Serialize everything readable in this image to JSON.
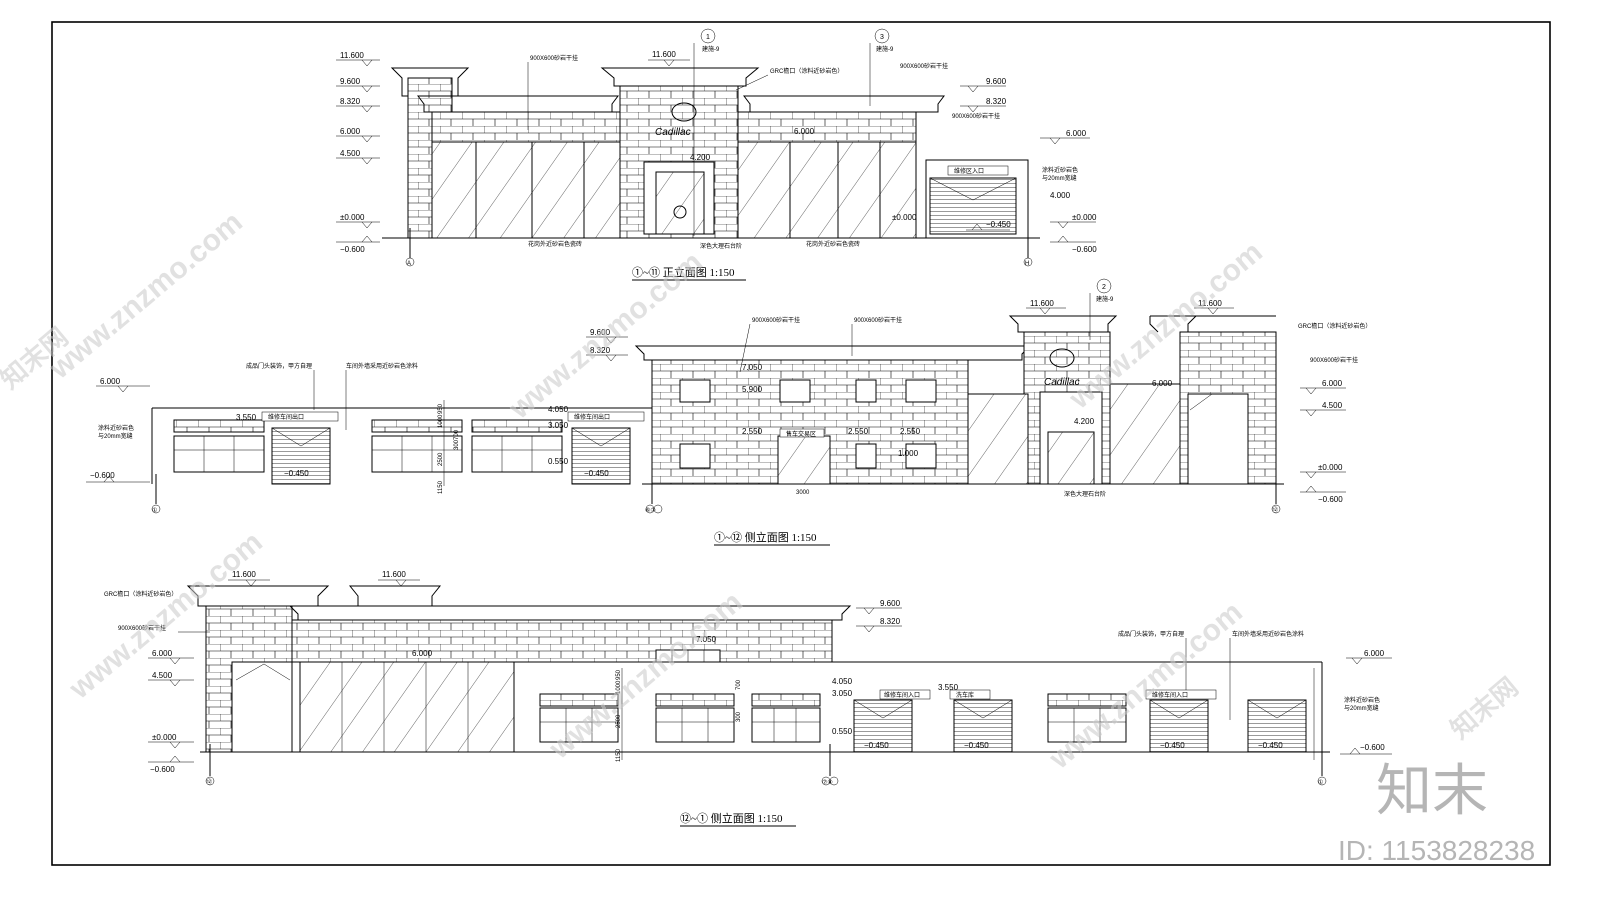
{
  "drawings": {
    "front": {
      "title": "①~⑪ 正立面图 1:150",
      "levels_left": [
        "11.600",
        "9.600",
        "8.320",
        "6.000",
        "4.500",
        "±0.000",
        "−0.600"
      ],
      "levels_right": [
        "9.600",
        "8.320",
        "6.000",
        "4.000",
        "±0.000",
        "−0.600"
      ],
      "level_top_center": "11.600",
      "level_second_floor": "6.000",
      "level_door": "4.200",
      "level_ground_inner": "±0.000",
      "level_ramp": "−0.450",
      "notes": [
        "900X600砂岩干挂",
        "GRC檐口（涂料近砂岩色）",
        "900X600砂岩干挂",
        "900X600砂岩干挂",
        "涂料近砂岩色",
        "与20mm宽缝",
        "花岗外近砂岩色瓷砖",
        "深色大理石台阶",
        "花岗外近砂岩色瓷砖"
      ],
      "tags": [
        "1",
        "3"
      ],
      "tag_sub": "建施-9",
      "sign": "维修区入口",
      "brand": "Cadillac",
      "axis_left": "A",
      "axis_right": "H"
    },
    "side1": {
      "title": "①~⑫ 侧立面图 1:150",
      "levels_left": [
        "6.000",
        "−0.600"
      ],
      "levels_mid": [
        "9.600",
        "8.320"
      ],
      "levels_right": [
        "6.000",
        "4.500",
        "±0.000",
        "−0.600"
      ],
      "level_top": "11.600",
      "level_top2": "11.600",
      "inner_levels": [
        "3.550",
        "4.050",
        "3.050",
        "0.550",
        "7.050",
        "5.900",
        "2.550",
        "2.550",
        "2.550",
        "1.000",
        "6.000",
        "4.200"
      ],
      "ramp_levels": [
        "−0.450",
        "−0.450"
      ],
      "dims": [
        "950",
        "1000",
        "700",
        "300",
        "2500",
        "1150"
      ],
      "door_width": "3000",
      "notes": [
        "成品门头装饰，甲方自理",
        "车间外墙采用近砂岩色涂料",
        "900X600砂岩干挂",
        "900X600砂岩干挂",
        "GRC檐口（涂料近砂岩色）",
        "900X600砂岩干挂",
        "涂料近砂岩色",
        "与20mm宽缝",
        "深色大理石台阶"
      ],
      "tags": [
        "2"
      ],
      "tag_sub": "建施-9",
      "signs": [
        "维修车间出口",
        "维修车间出口",
        "售车交易区"
      ],
      "brand": "Cadillac",
      "axes": [
        "①",
        "⑥⑦",
        "⑫"
      ]
    },
    "side2": {
      "title": "⑫~① 侧立面图 1:150",
      "levels_left": [
        "11.600",
        "6.000",
        "4.500",
        "±0.000",
        "−0.600"
      ],
      "level_top2": "11.600",
      "levels_mid": [
        "9.600",
        "8.320"
      ],
      "levels_right": [
        "6.000",
        "−0.600"
      ],
      "inner_levels": [
        "6.000",
        "7.050",
        "4.050",
        "3.050",
        "3.550",
        "0.550"
      ],
      "ramp_levels": [
        "−0.450",
        "−0.450",
        "−0.450",
        "−0.450"
      ],
      "dims": [
        "950",
        "1000",
        "700",
        "300",
        "2500",
        "1150"
      ],
      "notes": [
        "GRC檐口（涂料近砂岩色）",
        "900X600砂岩干挂",
        "成品门头装饰，甲方自理",
        "车间外墙采用近砂岩色涂料",
        "涂料近砂岩色",
        "与20mm宽缝"
      ],
      "signs": [
        "维修车间入口",
        "洗车库",
        "维修车间入口"
      ],
      "axes": [
        "⑫",
        "⑦⑧",
        "①"
      ]
    }
  },
  "watermark": {
    "site": "www.znzmo.com",
    "brand_cn": "知末网",
    "logo_text": "知末",
    "id_label": "ID: 1153828238"
  }
}
